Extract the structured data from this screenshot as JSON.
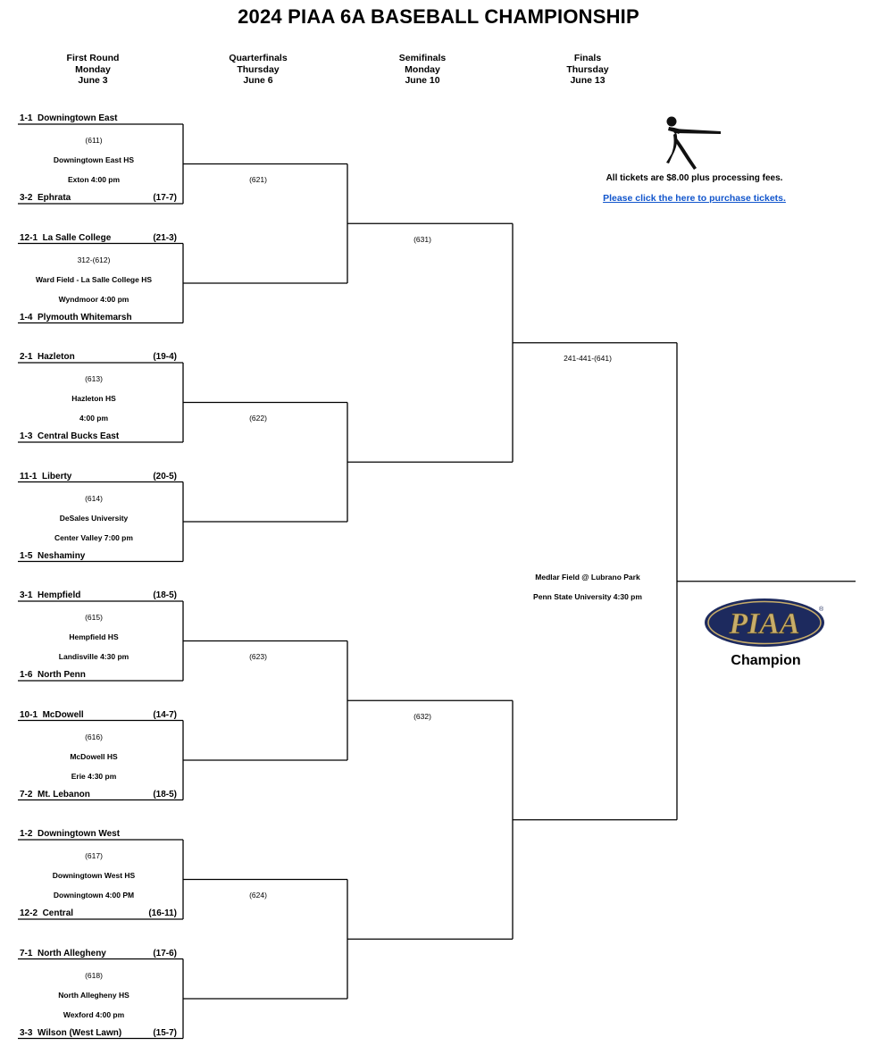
{
  "title": "2024 PIAA 6A BASEBALL CHAMPIONSHIP",
  "rounds": [
    {
      "name": "First Round",
      "day": "Monday",
      "date": "June 3"
    },
    {
      "name": "Quarterfinals",
      "day": "Thursday",
      "date": "June 6"
    },
    {
      "name": "Semifinals",
      "day": "Monday",
      "date": "June 10"
    },
    {
      "name": "Finals",
      "day": "Thursday",
      "date": "June 13"
    }
  ],
  "first_round": [
    {
      "top": {
        "seed": "1-1",
        "name": "Downingtown East",
        "record": ""
      },
      "game": "(611)",
      "site": "Downingtown East HS",
      "time": "Exton 4:00 pm",
      "bottom": {
        "seed": "3-2",
        "name": "Ephrata",
        "record": "(17-7)"
      }
    },
    {
      "top": {
        "seed": "12-1",
        "name": "La Salle College",
        "record": "(21-3)"
      },
      "game": "312-(612)",
      "site": "Ward Field - La Salle College HS",
      "time": "Wyndmoor 4:00 pm",
      "bottom": {
        "seed": "1-4",
        "name": "Plymouth Whitemarsh",
        "record": ""
      }
    },
    {
      "top": {
        "seed": "2-1",
        "name": "Hazleton",
        "record": "(19-4)"
      },
      "game": "(613)",
      "site": "Hazleton HS",
      "time": "4:00 pm",
      "bottom": {
        "seed": "1-3",
        "name": "Central Bucks East",
        "record": ""
      }
    },
    {
      "top": {
        "seed": "11-1",
        "name": "Liberty",
        "record": "(20-5)"
      },
      "game": "(614)",
      "site": "DeSales University",
      "time": "Center Valley 7:00 pm",
      "bottom": {
        "seed": "1-5",
        "name": "Neshaminy",
        "record": ""
      }
    },
    {
      "top": {
        "seed": "3-1",
        "name": "Hempfield",
        "record": "(18-5)"
      },
      "game": "(615)",
      "site": "Hempfield HS",
      "time": "Landisville 4:30 pm",
      "bottom": {
        "seed": "1-6",
        "name": "North Penn",
        "record": ""
      }
    },
    {
      "top": {
        "seed": "10-1",
        "name": "McDowell",
        "record": "(14-7)"
      },
      "game": "(616)",
      "site": "McDowell HS",
      "time": "Erie 4:30 pm",
      "bottom": {
        "seed": "7-2",
        "name": "Mt. Lebanon",
        "record": "(18-5)"
      }
    },
    {
      "top": {
        "seed": "1-2",
        "name": "Downingtown West",
        "record": ""
      },
      "game": "(617)",
      "site": "Downingtown West HS",
      "time": "Downingtown 4:00 PM",
      "bottom": {
        "seed": "12-2",
        "name": "Central",
        "record": "(16-11)"
      }
    },
    {
      "top": {
        "seed": "7-1",
        "name": "North Allegheny",
        "record": "(17-6)"
      },
      "game": "(618)",
      "site": "North Allegheny HS",
      "time": "Wexford  4:00 pm",
      "bottom": {
        "seed": "3-3",
        "name": "Wilson (West Lawn)",
        "record": "(15-7)"
      }
    }
  ],
  "quarterfinals": [
    "(621)",
    "(622)",
    "(623)",
    "(624)"
  ],
  "semifinals": [
    "(631)",
    "(632)"
  ],
  "final": {
    "game": "241-441-(641)",
    "site": "Medlar Field @ Lubrano Park",
    "time": "Penn State University 4:30 pm"
  },
  "tickets": {
    "text": "All tickets are $8.00 plus processing fees.",
    "link": "Please click the here to purchase tickets."
  },
  "logo": {
    "text": "PIAA",
    "mark": "®"
  },
  "champion_label": "Champion",
  "colors": {
    "link": "#1155cc",
    "logo_navy": "#1d2a5e",
    "logo_gold": "#c8ad6a"
  }
}
